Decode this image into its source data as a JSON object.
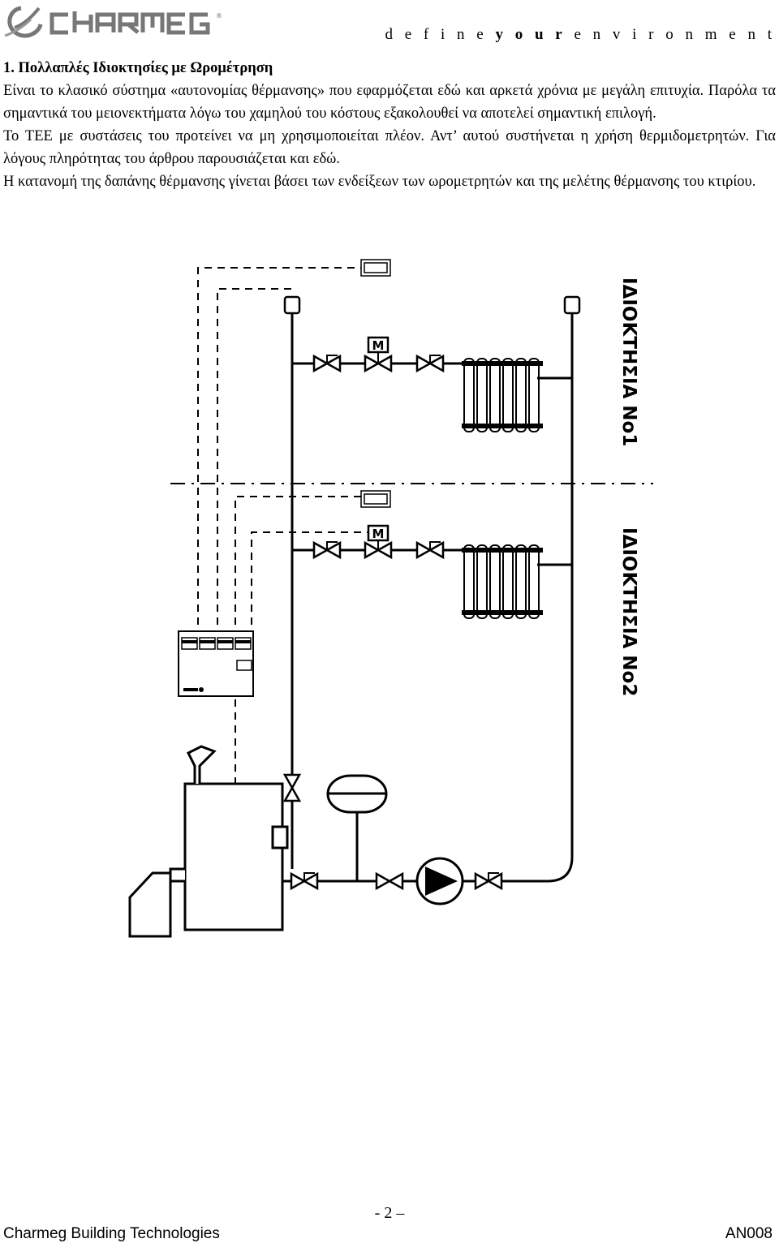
{
  "header": {
    "brand": "CHARMEG",
    "tagline_pre": "d e f i n e ",
    "tagline_bold": "y o u r",
    "tagline_post": " e n v i r o n m e n t"
  },
  "content": {
    "heading": "1.  Πολλαπλές Ιδιοκτησίες με Ωρομέτρηση",
    "p1": "Είναι το κλασικό σύστημα «αυτονομίας θέρμανσης» που εφαρμόζεται εδώ και αρκετά χρόνια με μεγάλη επιτυχία. Παρόλα τα σημαντικά του μειονεκτήματα λόγω του χαμηλού του κόστους εξακολουθεί να αποτελεί σημαντική επιλογή.",
    "p2": "Το ΤΕΕ με συστάσεις του προτείνει να μη χρησιμοποιείται πλέον. Αντ’ αυτού συστήνεται η χρήση θερμιδομετρητών. Για λόγους πληρότητας του άρθρου παρουσιάζεται και εδώ.",
    "p3": "Η κατανομή της δαπάνης θέρμανσης γίνεται βάσει των ενδείξεων των ωρομετρητών και της μελέτης θέρμανσης του κτιρίου."
  },
  "diagram": {
    "label_property1": "ΙΔΙΟΚΤΗΣΙΑ Νο1",
    "label_property2": "ΙΔΙΟΚΤΗΣΙΑ Νο2",
    "valve_motor_label": "M"
  },
  "footer": {
    "page_number": "- 2 –",
    "company": "Charmeg Building Technologies",
    "doc_code": "AN008"
  }
}
